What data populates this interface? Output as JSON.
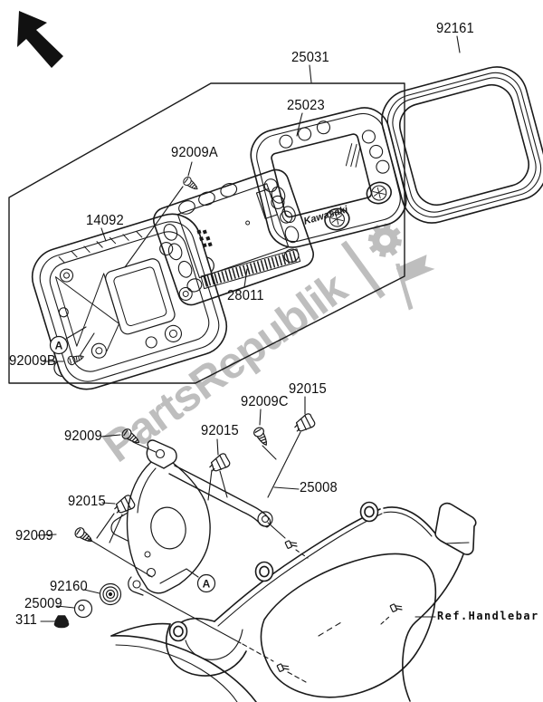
{
  "watermark": {
    "text": "PartsRepublik",
    "color": "#b6b6b6"
  },
  "brand": {
    "meter_logo": "Kawasaki"
  },
  "markers": {
    "detail": "A"
  },
  "colors": {
    "line": "#1a1a1a",
    "background": "#ffffff",
    "watermark": "#b6b6b6"
  },
  "parts": [
    {
      "label": "92161"
    },
    {
      "label": "25031"
    },
    {
      "label": "25023"
    },
    {
      "label": "92009A"
    },
    {
      "label": "14092"
    },
    {
      "label": "28011"
    },
    {
      "label": "92009B"
    },
    {
      "label": "92009"
    },
    {
      "label": "92015"
    },
    {
      "label": "92009C"
    },
    {
      "label": "92015"
    },
    {
      "label": "25008"
    },
    {
      "label": "92015"
    },
    {
      "label": "92009"
    },
    {
      "label": "92160"
    },
    {
      "label": "25009"
    },
    {
      "label": "311"
    },
    {
      "label": "Ref.Handlebar"
    }
  ]
}
